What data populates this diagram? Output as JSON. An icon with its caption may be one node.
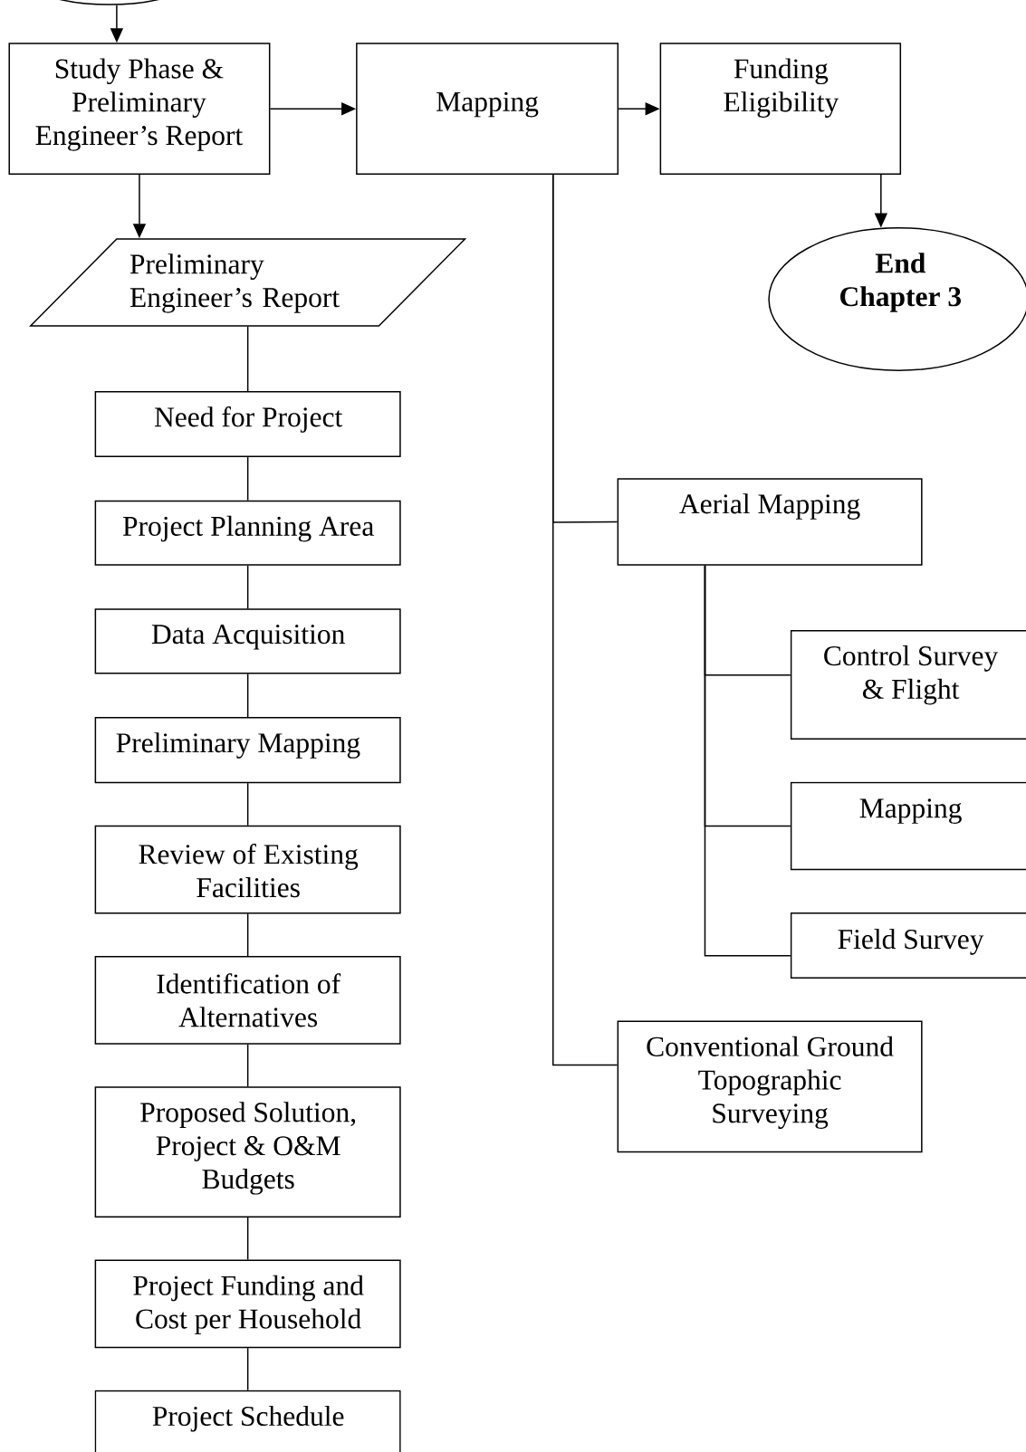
{
  "diagram": {
    "nodes": [
      {
        "text": [],
        "shape": "ellipse"
      },
      {
        "text": [
          "Study Phase & Preliminary Engineer’s Report"
        ]
      },
      {
        "text": [
          "Mapping"
        ]
      },
      {
        "text": [
          "Funding Eligibility"
        ]
      },
      {
        "text": [
          "End Chapter 3"
        ]
      },
      {
        "text": [
          "Preliminary Engineer’s Report"
        ]
      },
      {
        "text": [
          "Need for Project"
        ]
      },
      {
        "text": [
          "Project Planning Area"
        ]
      },
      {
        "text": [
          "Data Acquisition"
        ]
      },
      {
        "text": [
          "Preliminary Mapping"
        ]
      },
      {
        "text": [
          "Review of Existing Facilities"
        ]
      },
      {
        "text": [
          "Identification of Alternatives"
        ]
      },
      {
        "text": [
          "Proposed Solution, Project & O&M Budgets"
        ]
      },
      {
        "text": [
          "Project Funding and Cost per Household"
        ]
      },
      {
        "text": [
          "Project Schedule"
        ]
      },
      {
        "text": [
          "Aerial Mapping"
        ]
      },
      {
        "text": [
          "Control Survey & Flight"
        ]
      },
      {
        "text": [
          "Mapping"
        ]
      },
      {
        "text": [
          "Field Survey"
        ]
      },
      {
        "text": [
          "Conventional Ground Topographic Surveying"
        ]
      }
    ],
    "edges": [
      {
        "from": 0,
        "to": 1,
        "arrow": "to"
      },
      {
        "from": 1,
        "to": 2,
        "arrow": "to"
      },
      {
        "from": 2,
        "to": 3,
        "arrow": "to"
      },
      {
        "from": 3,
        "to": 4,
        "arrow": "to"
      },
      {
        "from": 1,
        "to": 5,
        "arrow": "to"
      },
      {
        "from": 5,
        "to": 6,
        "arrow": "none"
      },
      {
        "from": 6,
        "to": 7,
        "arrow": "none"
      },
      {
        "from": 7,
        "to": 8,
        "arrow": "none"
      },
      {
        "from": 8,
        "to": 9,
        "arrow": "none"
      },
      {
        "from": 9,
        "to": 10,
        "arrow": "none"
      },
      {
        "from": 10,
        "to": 11,
        "arrow": "none"
      },
      {
        "from": 11,
        "to": 12,
        "arrow": "none"
      },
      {
        "from": 12,
        "to": 13,
        "arrow": "none"
      },
      {
        "from": 13,
        "to": 14,
        "arrow": "none"
      },
      {
        "from": 2,
        "to": 15,
        "arrow": "none"
      },
      {
        "from": 2,
        "to": 19,
        "arrow": "none"
      },
      {
        "from": 15,
        "to": 16,
        "arrow": "none"
      },
      {
        "from": 15,
        "to": 17,
        "arrow": "none"
      },
      {
        "from": 15,
        "to": 18,
        "arrow": "none"
      }
    ]
  }
}
